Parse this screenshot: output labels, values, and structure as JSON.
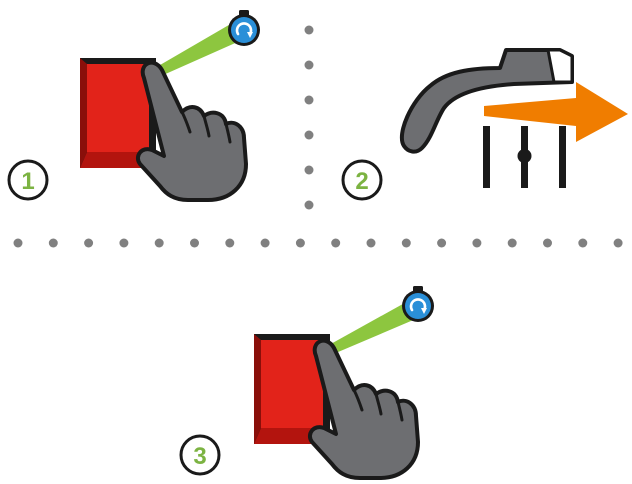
{
  "steps": [
    {
      "number": "1",
      "action": "press-and-hold-button"
    },
    {
      "number": "2",
      "action": "lift-lever-and-pull"
    },
    {
      "number": "3",
      "action": "press-and-hold-button"
    }
  ],
  "colors": {
    "button_red": "#e2231a",
    "button_dark": "#1a1a1a",
    "hand_gray": "#6d6e71",
    "timer_blue": "#2a8fd8",
    "ray_green": "#8dc63f",
    "step_green": "#7cb342",
    "arrow_orange": "#f07d00",
    "divider_gray": "#808080"
  },
  "icons": {
    "button": "red-push-button",
    "hand": "pointing-hand-icon",
    "timer": "timer-icon",
    "lever": "lever-handle-icon",
    "arrow": "pull-arrow-icon"
  }
}
